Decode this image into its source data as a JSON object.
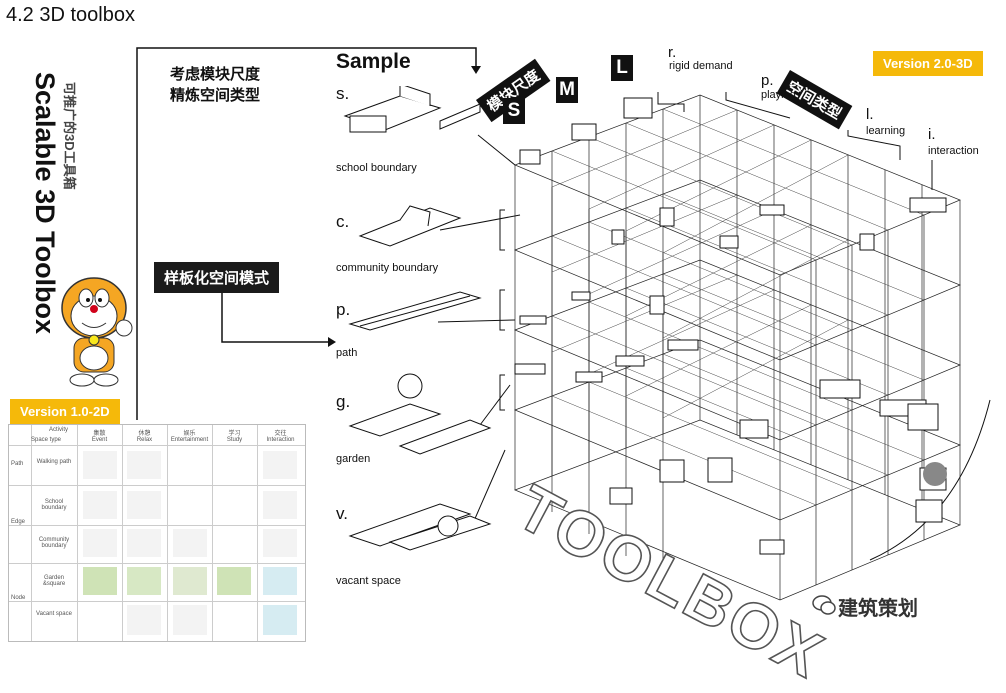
{
  "title": "4.2 3D toolbox",
  "left": {
    "vertical_title": "Scalable 3D Toolbox",
    "vertical_subtitle": "可推广的3D工具箱",
    "version_2d": "Version 1.0-2D"
  },
  "version_3d": "Version 2.0-3D",
  "notes": {
    "scale_note_line1": "考虑模块尺度",
    "scale_note_line2": "精炼空间类型",
    "template_mode": "样板化空间模式"
  },
  "sample": {
    "heading": "Sample",
    "items": [
      {
        "letter": "s.",
        "caption": "school boundary"
      },
      {
        "letter": "c.",
        "caption": "community boundary"
      },
      {
        "letter": "p.",
        "caption": "path"
      },
      {
        "letter": "g.",
        "caption": "garden"
      },
      {
        "letter": "v.",
        "caption": "vacant space"
      }
    ]
  },
  "scale": {
    "label": "模块尺度",
    "sizes": [
      "S",
      "M",
      "L"
    ]
  },
  "space_type": {
    "label": "空间类型",
    "categories": [
      {
        "letter": "r.",
        "name": "rigid demand"
      },
      {
        "letter": "p.",
        "name": "playing"
      },
      {
        "letter": "l.",
        "name": "learning"
      },
      {
        "letter": "i.",
        "name": "interaction"
      }
    ]
  },
  "toolbox_word": "TOOLBOX",
  "watermark": "建筑策划",
  "table": {
    "corner_top": "Activity",
    "corner_bottom": "Space type",
    "columns": [
      {
        "cn": "集散",
        "en": "Event"
      },
      {
        "cn": "休憩",
        "en": "Relax"
      },
      {
        "cn": "娱乐",
        "en": "Entertainment"
      },
      {
        "cn": "学习",
        "en": "Study"
      },
      {
        "cn": "交往",
        "en": "Interaction"
      }
    ],
    "groups": [
      "Path",
      "Edge",
      "Node"
    ],
    "rows": [
      "Walking path",
      "School boundary",
      "Community boundary",
      "Garden &square",
      "Vacant space"
    ]
  }
}
